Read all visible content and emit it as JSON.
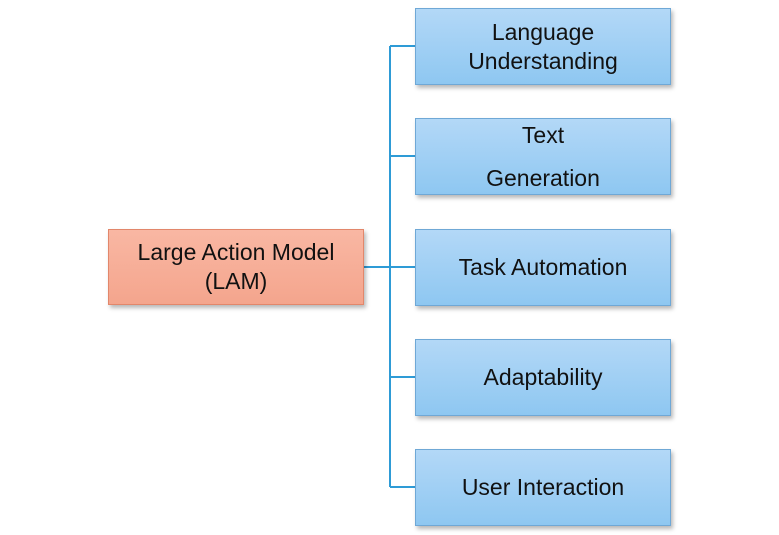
{
  "root": {
    "lines": [
      "Large Action Model",
      "(LAM)"
    ]
  },
  "children": [
    {
      "lines": [
        "Language",
        "Understanding"
      ]
    },
    {
      "lines": [
        "Text",
        "Generation"
      ]
    },
    {
      "lines": [
        "Task Automation"
      ]
    },
    {
      "lines": [
        "Adaptability"
      ]
    },
    {
      "lines": [
        "User Interaction"
      ]
    }
  ],
  "colors": {
    "root_fill": "#f4a58d",
    "child_fill": "#9ecff4",
    "connector": "#2e9bd6"
  }
}
